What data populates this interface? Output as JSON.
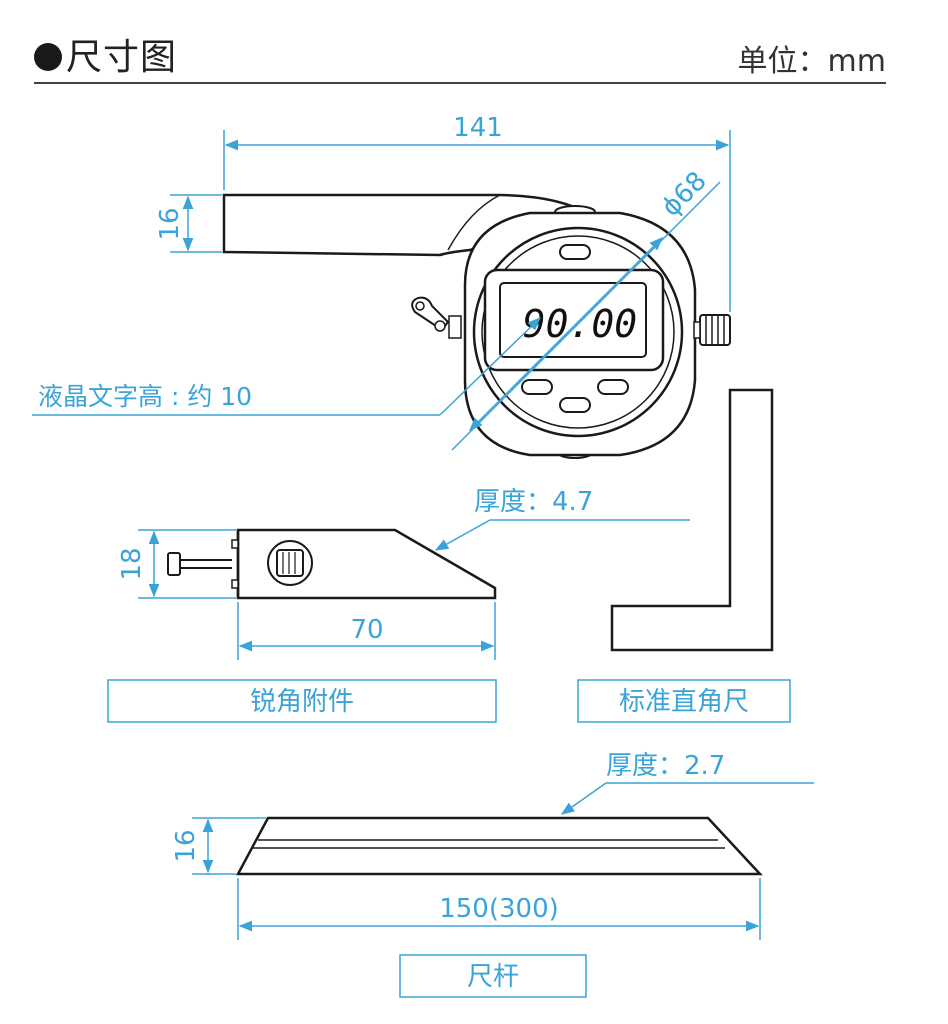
{
  "header": {
    "title": "尺寸图",
    "unit": "单位：mm"
  },
  "dimensions": {
    "total_width": "141",
    "handle_height": "16",
    "dial_diameter": "ϕ68",
    "lcd_text_height": "液晶文字高 : 约 10",
    "lcd_reading": "90.00",
    "attachment_thickness": "厚度：4.7",
    "attachment_height": "18",
    "attachment_length": "70",
    "rule_thickness": "厚度：2.7",
    "rule_height": "16",
    "rule_length": "150(300)"
  },
  "labels": {
    "sharp_angle_attachment": "锐角附件",
    "standard_square": "标准直角尺",
    "ruler_rod": "尺杆"
  },
  "colors": {
    "dimension": "#3aa3d8",
    "outline": "#1a1a1a"
  }
}
